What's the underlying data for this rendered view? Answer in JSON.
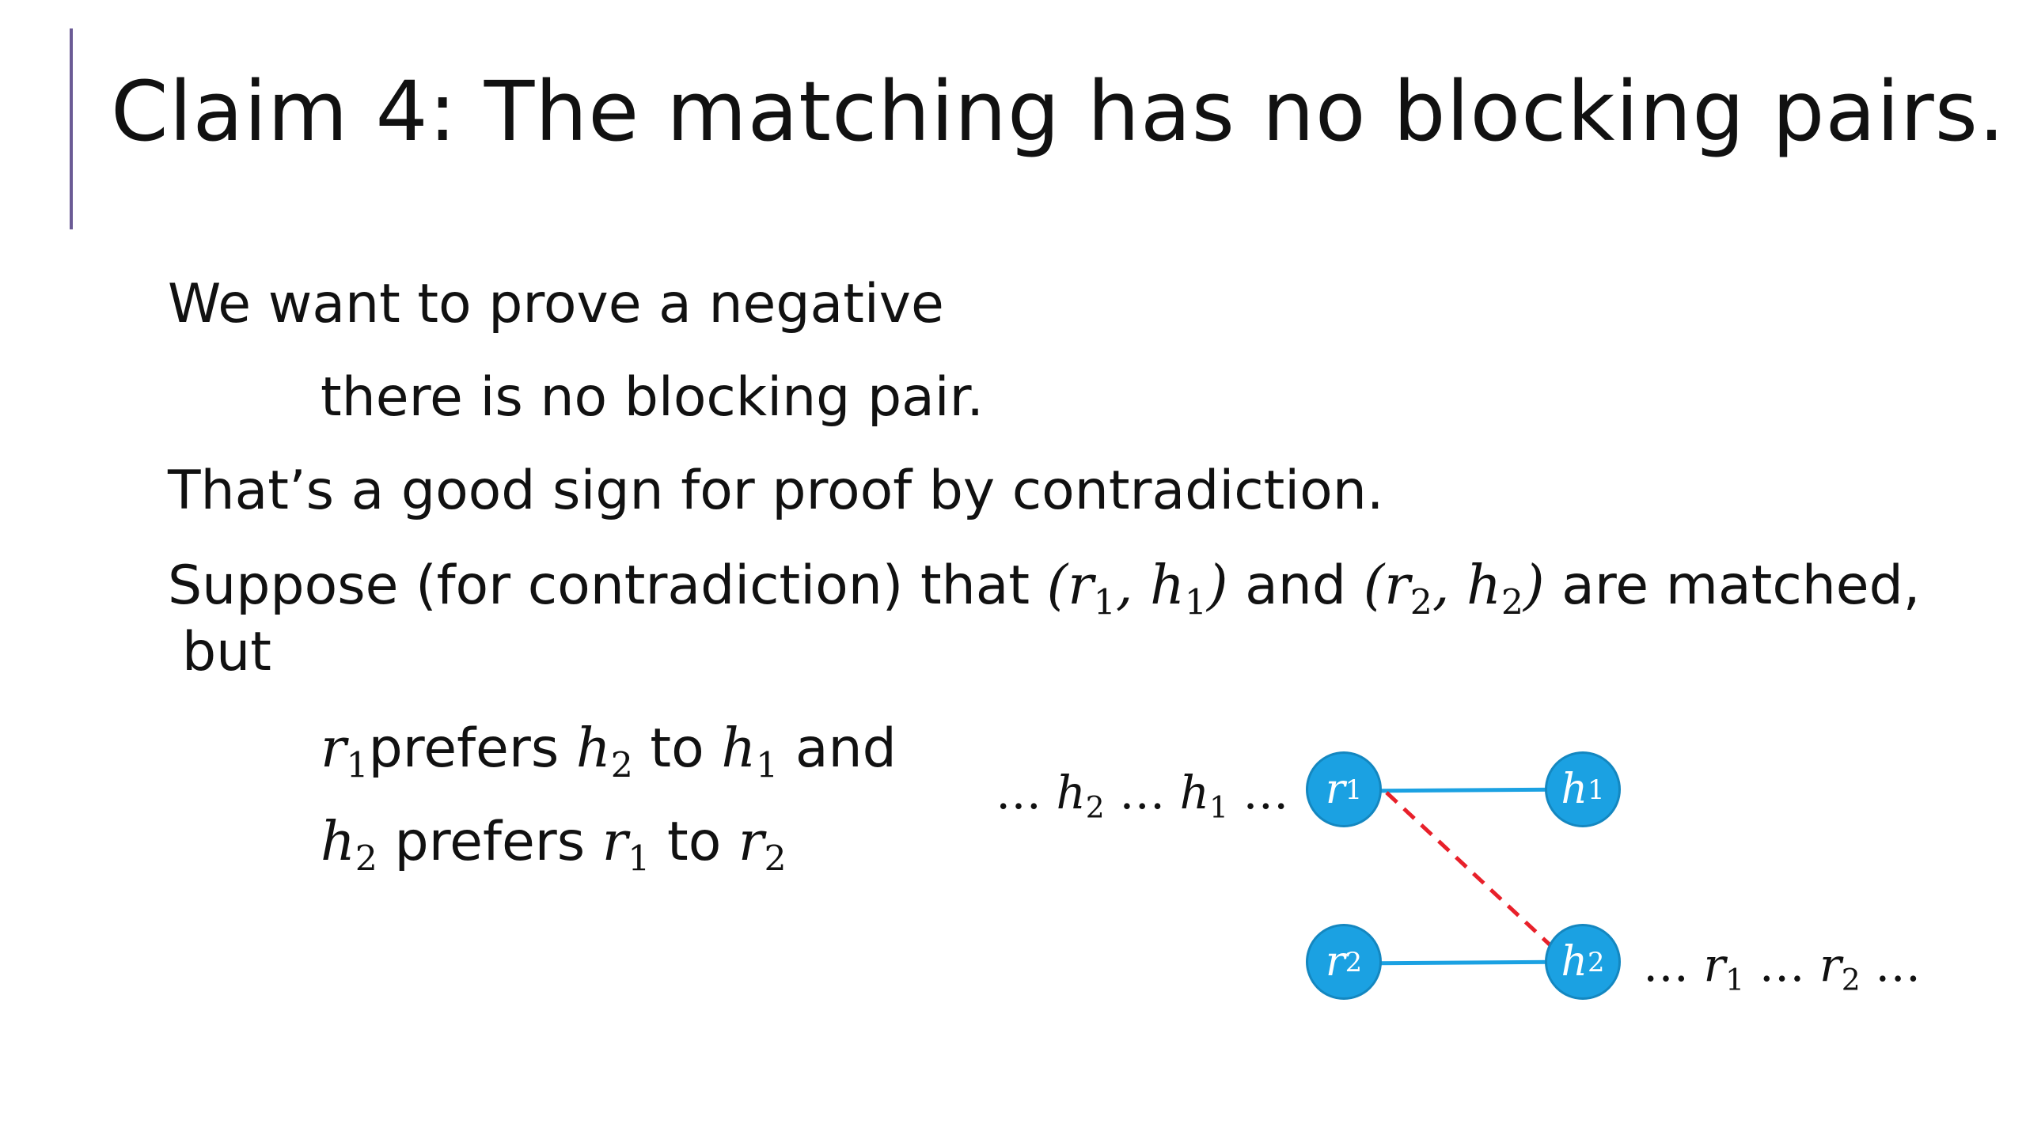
{
  "slide": {
    "title": "Claim 4: The matching has no blocking pairs.",
    "accent_color": "#6b5b95",
    "line1": "We want to prove a negative",
    "line2": "there is no blocking pair.",
    "line3": "That’s a good sign for proof by contradiction.",
    "line4": {
      "pre": "Suppose (for contradiction) that ",
      "pair1_a": "r",
      "pair1_a_sub": "1",
      "pair1_b": "h",
      "pair1_b_sub": "1",
      "mid": " and ",
      "pair2_a": "r",
      "pair2_a_sub": "2",
      "pair2_b": "h",
      "pair2_b_sub": "2",
      "post": " are matched,"
    },
    "line5": "but",
    "cond1": {
      "v1": "r",
      "v1_sub": "1",
      "t1": "prefers ",
      "v2": "h",
      "v2_sub": "2",
      "t2": " to ",
      "v3": "h",
      "v3_sub": "1",
      "t3": " and"
    },
    "cond2": {
      "v1": "h",
      "v1_sub": "2",
      "t1": " prefers ",
      "v2": "r",
      "v2_sub": "1",
      "t2": " to ",
      "v3": "r",
      "v3_sub": "2"
    }
  },
  "diagram": {
    "node_color": "#1ba1e2",
    "matched_edge_color": "#1ba1e2",
    "blocking_edge_color": "#e8202a",
    "nodes": {
      "r1": {
        "name": "r",
        "sub": "1"
      },
      "r2": {
        "name": "r",
        "sub": "2"
      },
      "h1": {
        "name": "h",
        "sub": "1"
      },
      "h2": {
        "name": "h",
        "sub": "2"
      }
    },
    "r1_pref": {
      "d1": "… ",
      "a": "h",
      "a_sub": "2",
      "d2": "  … ",
      "b": "h",
      "b_sub": "1",
      "d3": " …"
    },
    "h2_pref": {
      "d1": "… ",
      "a": "r",
      "a_sub": "1",
      "d2": "  … ",
      "b": "r",
      "b_sub": "2",
      "d3": " …"
    }
  }
}
